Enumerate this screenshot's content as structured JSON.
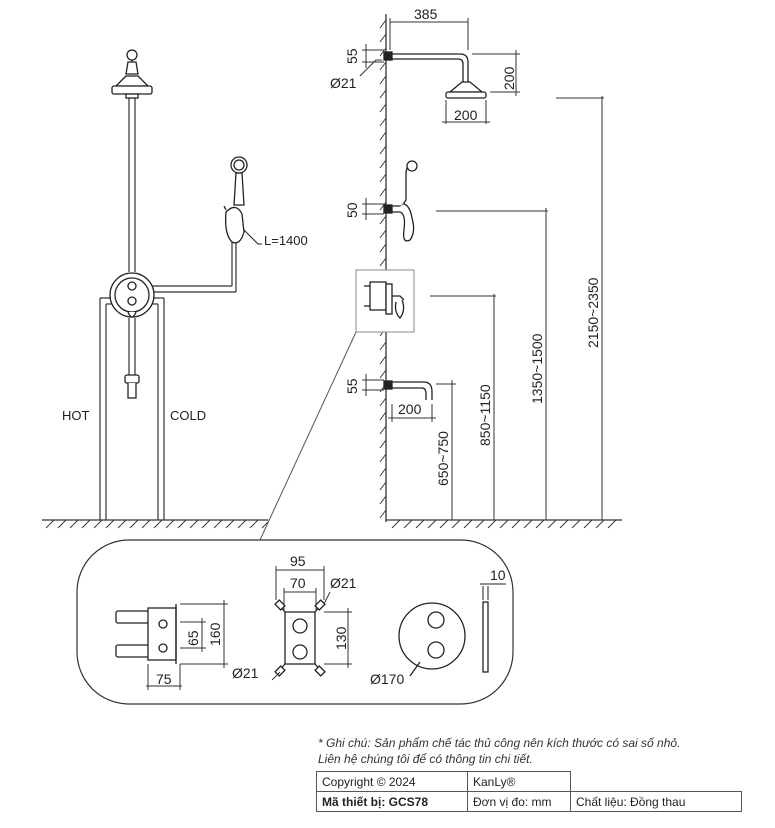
{
  "left_view": {
    "hose_label": "L=1400",
    "hot_label": "HOT",
    "cold_label": "COLD"
  },
  "side_view": {
    "arm_length": "385",
    "arm_height": "55",
    "pipe_diameter": "Ø21",
    "drop_height": "200",
    "head_width": "200",
    "handset_height": "50",
    "spout_height": "55",
    "spout_length": "200",
    "heights": {
      "spout": "650~750",
      "valve": "850~1150",
      "handset": "1350~1500",
      "shower_head": "2150~2350"
    }
  },
  "detail": {
    "side_depth": "75",
    "side_inner": "65",
    "side_height": "160",
    "front_outer_width": "95",
    "front_inner_width": "70",
    "front_height": "130",
    "front_pipe_top": "Ø21",
    "front_pipe_bottom": "Ø21",
    "plate_diameter": "Ø170",
    "plate_thickness": "10"
  },
  "note": {
    "line1": "* Ghi chú: Sản phẩm chế tác thủ công nên kích thước có sai số nhỏ.",
    "line2": "Liên hệ chúng tôi để có thông tin chi tiết."
  },
  "info_table": {
    "copyright": "Copyright © 2024",
    "brand": "KanLy®",
    "model": "Mã thiết bị: GCS78",
    "unit": "Đơn vị đo: mm",
    "material": "Chất liệu: Đồng thau"
  }
}
